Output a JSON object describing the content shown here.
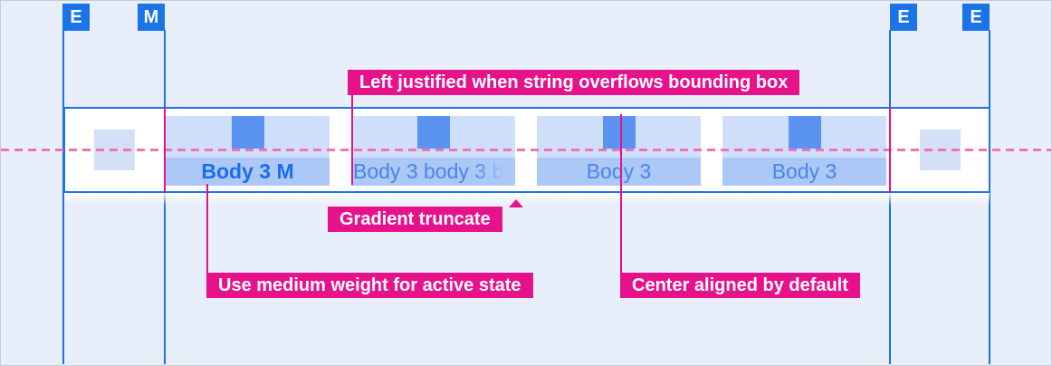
{
  "colors": {
    "blue_accent": "#1A73E8",
    "pink_annotation": "#E8118C",
    "tab_top_fill": "#D0DFF9",
    "tab_band_fill": "#ABC8F7",
    "icon_fill": "#5B94F0",
    "background": "#E9EEFB"
  },
  "measures": [
    {
      "label": "E"
    },
    {
      "label": "M"
    },
    {
      "label": "E"
    },
    {
      "label": "E"
    }
  ],
  "tabbar": {
    "tabs": [
      {
        "label": "Body 3 M",
        "state": "active-medium-weight"
      },
      {
        "label_solid": "Body 3 body ",
        "label_faded": "3 b",
        "state": "overflow-left-justified-gradient-truncate"
      },
      {
        "label": "Body 3",
        "state": "default-center-aligned"
      },
      {
        "label": "Body 3",
        "state": "default-center-aligned"
      }
    ]
  },
  "annotations": {
    "overflow_label": "Left justified when string overflows bounding box",
    "gradient_label": "Gradient truncate",
    "medium_label": "Use medium weight for active state",
    "center_label": "Center aligned by default"
  }
}
